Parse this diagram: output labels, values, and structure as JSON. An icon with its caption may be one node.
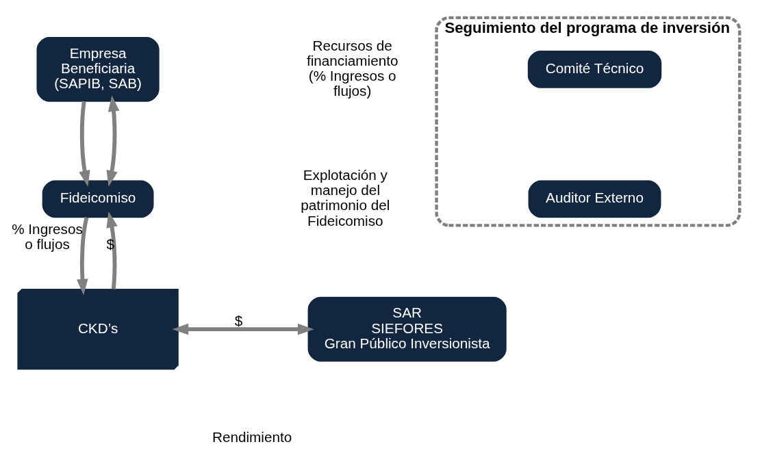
{
  "diagram": {
    "nodes": [
      {
        "text": [
          "Empresa Beneficiaria (SAPIB, SAB)"
        ]
      },
      {
        "text": [
          "Fideicomiso"
        ]
      },
      {
        "text": [
          "CKD’s"
        ]
      },
      {
        "text": [
          "SAR",
          "SIEFORES",
          "Gran Público Inversionista"
        ]
      },
      {
        "text": [
          "Seguimiento del programa de inversión"
        ]
      },
      {
        "text": [
          "Comité Técnico"
        ],
        "in": 4
      },
      {
        "text": [
          "Auditor Externo"
        ],
        "in": 4
      }
    ],
    "edges": [
      {
        "from": 0,
        "to": 1,
        "arrow": "to"
      },
      {
        "from": 1,
        "to": 0,
        "arrow": "both"
      },
      {
        "from": 1,
        "to": 2,
        "arrow": "to",
        "label": "% Ingresos o flujos"
      },
      {
        "from": 2,
        "to": 1,
        "arrow": "to",
        "label": "$"
      },
      {
        "from": 2,
        "to": 3,
        "arrow": "both",
        "label": "$"
      }
    ],
    "labels": [
      "Recursos de financiamiento (% Ingresos o flujos)",
      "Explotación y manejo del patrimonio del Fideicomiso",
      "Rendimiento"
    ]
  }
}
